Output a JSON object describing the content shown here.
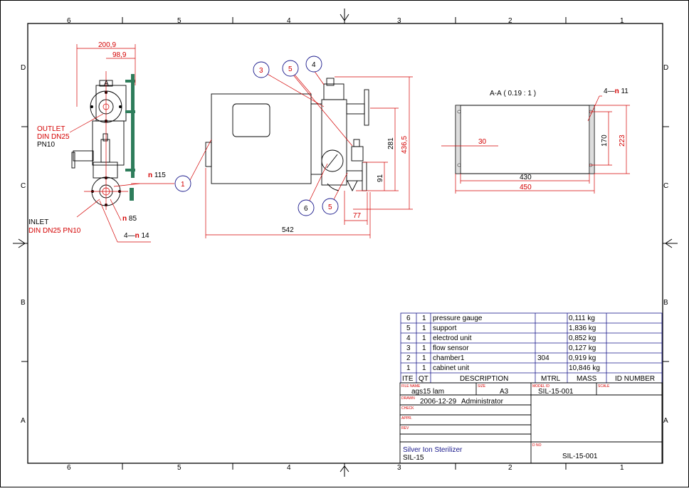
{
  "border": {
    "cols_top": [
      "6",
      "5",
      "4",
      "3",
      "2",
      "1"
    ],
    "cols_bottom": [
      "6",
      "5",
      "4",
      "3",
      "2",
      "1"
    ],
    "rows_left": [
      "D",
      "C",
      "B",
      "A"
    ],
    "rows_right": [
      "D",
      "C",
      "B",
      "A"
    ]
  },
  "side_view": {
    "dims": {
      "d1": "200,9",
      "d2": "98,9",
      "d3": "115",
      "d4": "85",
      "d5": "4",
      "d6": "14",
      "section_letter": "A"
    },
    "n_glyph": "n",
    "outlet": [
      "OUTLET",
      "DIN DN25"
    ],
    "outlet_pn": "PN10",
    "inlet": "INLET",
    "inlet_spec": "DIN DN25 PN10"
  },
  "front_view": {
    "balloons": [
      "1",
      "3",
      "5",
      "4",
      "6",
      "5"
    ],
    "dims": {
      "width": "542",
      "h1": "281",
      "h2": "436,5",
      "h3": "91",
      "w2": "77"
    }
  },
  "section_view": {
    "title": "A-A ( 0.19 : 1 )",
    "dims": {
      "holes_prefix": "4",
      "holes": "11",
      "w1": "430",
      "w2": "450",
      "h1": "170",
      "h2": "223",
      "edge": "30"
    },
    "n_glyph": "n"
  },
  "bom": {
    "rows": [
      {
        "item": "6",
        "qty": "1",
        "desc": "pressure gauge",
        "mtrl": "",
        "mass": "0,111 kg"
      },
      {
        "item": "5",
        "qty": "1",
        "desc": "support",
        "mtrl": "",
        "mass": "1,836 kg"
      },
      {
        "item": "4",
        "qty": "1",
        "desc": "electrod unit",
        "mtrl": "",
        "mass": "0,852 kg"
      },
      {
        "item": "3",
        "qty": "1",
        "desc": "flow sensor",
        "mtrl": "",
        "mass": "0,127 kg"
      },
      {
        "item": "2",
        "qty": "1",
        "desc": "chamber1",
        "mtrl": "304",
        "mass": "0,919 kg"
      },
      {
        "item": "1",
        "qty": "1",
        "desc": "cabinet unit",
        "mtrl": "",
        "mass": "10,846 kg"
      }
    ],
    "headers": {
      "item": "ITE",
      "qty": "QT",
      "desc": "DESCRIPTION",
      "mtrl": "MTRL",
      "mass": "MASS",
      "id": "ID NUMBER"
    }
  },
  "title_block": {
    "lbl_file": "FILE NAME",
    "lbl_size": "SIZE",
    "lbl_model": "MODEL ID",
    "lbl_scale": "SCALE",
    "file_name": "ags15 lam",
    "size": "A3",
    "model_id": "SIL-15-001",
    "lbl_drawn": "DRAWN",
    "drawn_date": "2006-12-29",
    "drawn_by": "Administrator",
    "lbl_check": "CHECK",
    "lbl_appr": "APPR.",
    "lbl_rev": "REV",
    "title": "Silver Ion Sterilizer",
    "subtitle": "SIL-15",
    "lbl_dno": "D NO",
    "drawing_no": "SIL-15-001"
  }
}
